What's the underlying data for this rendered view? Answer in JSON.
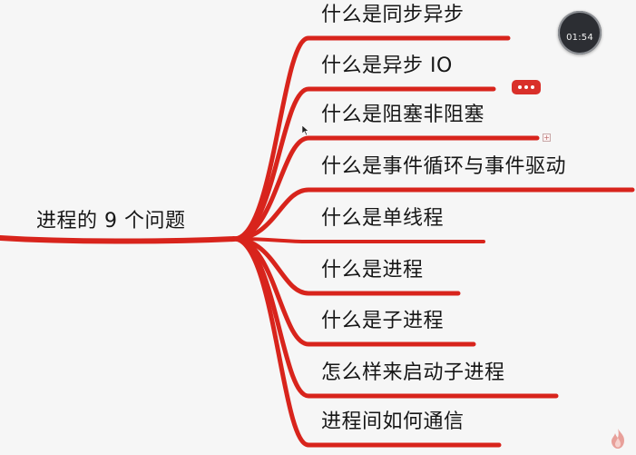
{
  "mindmap": {
    "root_label": "进程的 9 个问题",
    "branches": [
      {
        "label": "什么是同步异步"
      },
      {
        "label": "什么是异步 IO"
      },
      {
        "label": "什么是阻塞非阻塞"
      },
      {
        "label": "什么是事件循环与事件驱动"
      },
      {
        "label": "什么是单线程"
      },
      {
        "label": "什么是进程"
      },
      {
        "label": "什么是子进程"
      },
      {
        "label": "怎么样来启动子进程"
      },
      {
        "label": "进程间如何通信"
      }
    ],
    "branch_color": "#d8241c"
  },
  "overlay": {
    "timer_text": "01:54",
    "more_icon": "ellipsis-icon",
    "collapse_icon": "collapse-toggle-icon"
  },
  "colors": {
    "background": "#f6f6f6",
    "branch": "#d8241c",
    "text": "#161616",
    "timer_bg": "#2c2e33"
  }
}
